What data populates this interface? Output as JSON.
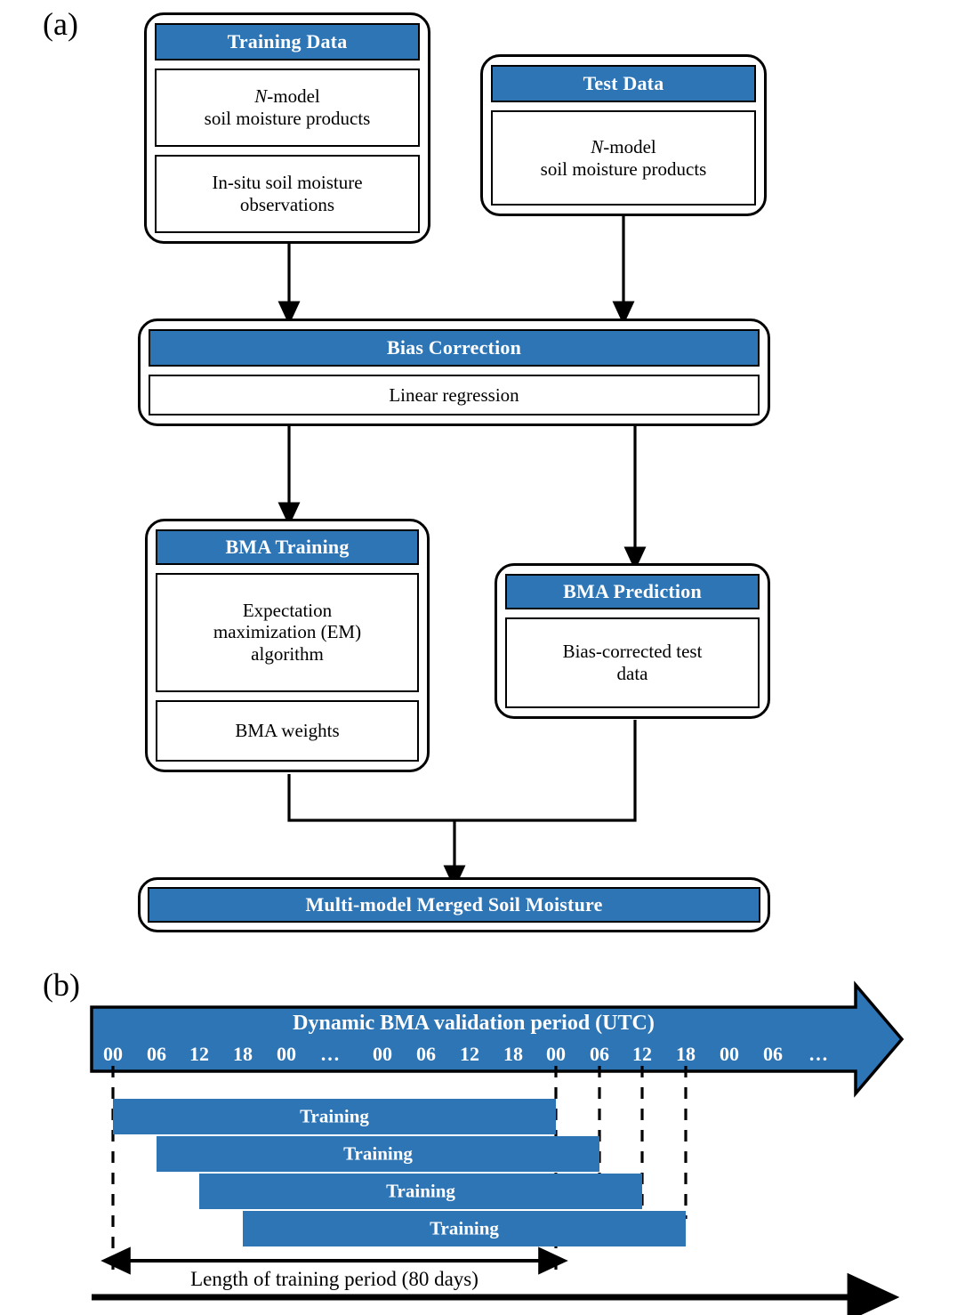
{
  "panels": {
    "a_label": "(a)",
    "b_label": "(b)"
  },
  "flowchart": {
    "nodes": [
      {
        "id": "training-data",
        "header": "Training Data",
        "bodies": [
          {
            "lines": [
              "N-model",
              "soil moisture products"
            ],
            "italic_first_word": "N"
          },
          {
            "lines": [
              "In-situ soil moisture",
              "observations"
            ]
          }
        ]
      },
      {
        "id": "test-data",
        "header": "Test Data",
        "bodies": [
          {
            "lines": [
              "N-model",
              "soil moisture products"
            ],
            "italic_first_word": "N"
          }
        ]
      },
      {
        "id": "bias-correction",
        "header": "Bias Correction",
        "bodies": [
          {
            "lines": [
              "Linear regression"
            ]
          }
        ]
      },
      {
        "id": "bma-training",
        "header": "BMA Training",
        "bodies": [
          {
            "lines": [
              "Expectation",
              "maximization (EM)",
              "algorithm"
            ]
          },
          {
            "lines": [
              "BMA weights"
            ]
          }
        ]
      },
      {
        "id": "bma-prediction",
        "header": "BMA Prediction",
        "bodies": [
          {
            "lines": [
              "Bias-corrected test",
              "data"
            ]
          }
        ]
      },
      {
        "id": "merged-output",
        "header": "Multi-model Merged Soil Moisture",
        "bodies": []
      }
    ],
    "text": {
      "training_data_header": "Training Data",
      "training_data_body1_l1": "N",
      "training_data_body1_l1b": "-model",
      "training_data_body1_l2": "soil moisture products",
      "training_data_body2_l1": "In-situ soil moisture",
      "training_data_body2_l2": "observations",
      "test_data_header": "Test Data",
      "test_data_body_l1": "N",
      "test_data_body_l1b": "-model",
      "test_data_body_l2": "soil moisture products",
      "bias_correction_header": "Bias Correction",
      "bias_correction_body": "Linear regression",
      "bma_training_header": "BMA Training",
      "bma_training_body1_l1": "Expectation",
      "bma_training_body1_l2": "maximization (EM)",
      "bma_training_body1_l3": "algorithm",
      "bma_training_body2": "BMA weights",
      "bma_prediction_header": "BMA Prediction",
      "bma_prediction_body_l1": "Bias-corrected test",
      "bma_prediction_body_l2": "data",
      "merged_output_header": "Multi-model Merged Soil Moisture"
    }
  },
  "timeline": {
    "title": "Dynamic BMA validation period (UTC)",
    "ticks": [
      "00",
      "06",
      "12",
      "18",
      "00",
      "…",
      "00",
      "06",
      "12",
      "18",
      "00",
      "06",
      "12",
      "18",
      "00",
      "06",
      "…"
    ],
    "bars": [
      {
        "label": "Training",
        "start_tick": 0,
        "end_tick": 10
      },
      {
        "label": "Training",
        "start_tick": 1,
        "end_tick": 11
      },
      {
        "label": "Training",
        "start_tick": 2,
        "end_tick": 12
      },
      {
        "label": "Training",
        "start_tick": 3,
        "end_tick": 13
      }
    ],
    "length_label": "Length of training period (80 days)",
    "dashed_tick_indices": [
      0,
      10,
      11,
      12,
      13
    ]
  },
  "colors": {
    "accent_blue": "#2E75B6",
    "outline_black": "#000000",
    "text_white": "#ffffff",
    "background": "#ffffff"
  }
}
